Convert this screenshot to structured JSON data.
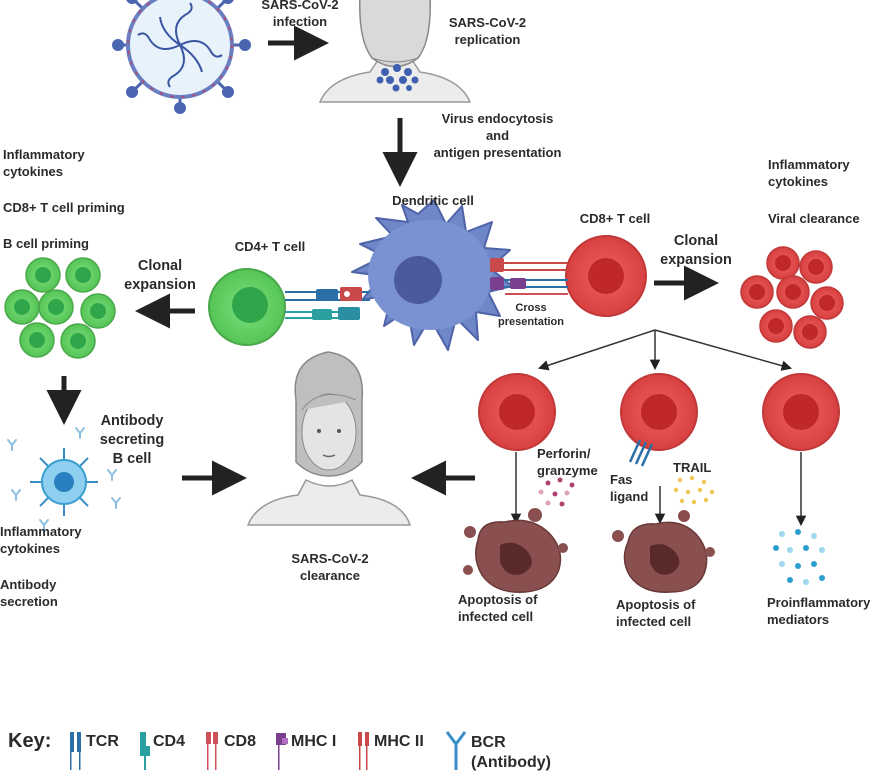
{
  "labels": {
    "infection": "SARS-CoV-2\ninfection",
    "replication": "SARS-CoV-2\nreplication",
    "endocytosis": "Virus endocytosis\nand\nantigen presentation",
    "dendritic": "Dendritic cell",
    "cd4": "CD4+ T cell",
    "cd8": "CD8+ T cell",
    "cross": "Cross\npresentation",
    "clonal_left": "Clonal\nexpansion",
    "clonal_right": "Clonal\nexpansion",
    "left_info_1": "Inflammatory\ncytokines",
    "left_info_2": "CD8+ T cell priming",
    "left_info_3": "B  cell priming",
    "right_info_1": "Inflammatory\ncytokines",
    "right_info_2": "Viral clearance",
    "antibody_cell": "Antibody\nsecreting\nB  cell",
    "bcell_info_1": "Inflammatory\ncytokines",
    "bcell_info_2": "Antibody\nsecretion",
    "clearance": "SARS-CoV-2\nclearance",
    "perforin": "Perforin/\ngranzyme",
    "fas": "Fas\nligand",
    "trail": "TRAIL",
    "apoptosis_1": "Apoptosis of\ninfected cell",
    "apoptosis_2": "Apoptosis of\ninfected cell",
    "proinflammatory": "Proinflammatory\nmediators"
  },
  "key": {
    "title": "Key:",
    "items": [
      {
        "label": "TCR",
        "color": "#2a6fa8"
      },
      {
        "label": "CD4",
        "color": "#2aa0a0"
      },
      {
        "label": "CD8",
        "color": "#d0505a"
      },
      {
        "label": "MHC I",
        "color": "#7a3f8f"
      },
      {
        "label": "MHC II",
        "color": "#c94848"
      },
      {
        "label": "BCR\n(Antibody)",
        "color": "#3a8fc8"
      }
    ]
  },
  "colors": {
    "green_cell": "#6ed36e",
    "red_cell": "#e04848",
    "dendritic": "#6f86c9",
    "virus": "#4a66b0",
    "apoptotic": "#8a5050"
  }
}
